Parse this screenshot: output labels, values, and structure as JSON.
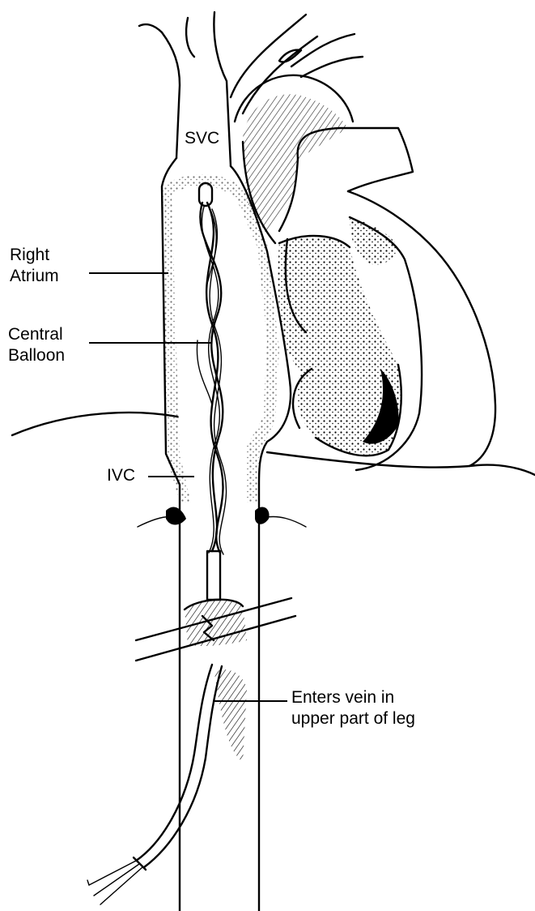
{
  "labels": {
    "svc": "SVC",
    "right_atrium": [
      "Right",
      "Atrium"
    ],
    "central_balloon": [
      "Central",
      "Balloon"
    ],
    "ivc": "IVC",
    "entry_site": [
      "Enters vein in",
      "upper part of leg"
    ]
  }
}
